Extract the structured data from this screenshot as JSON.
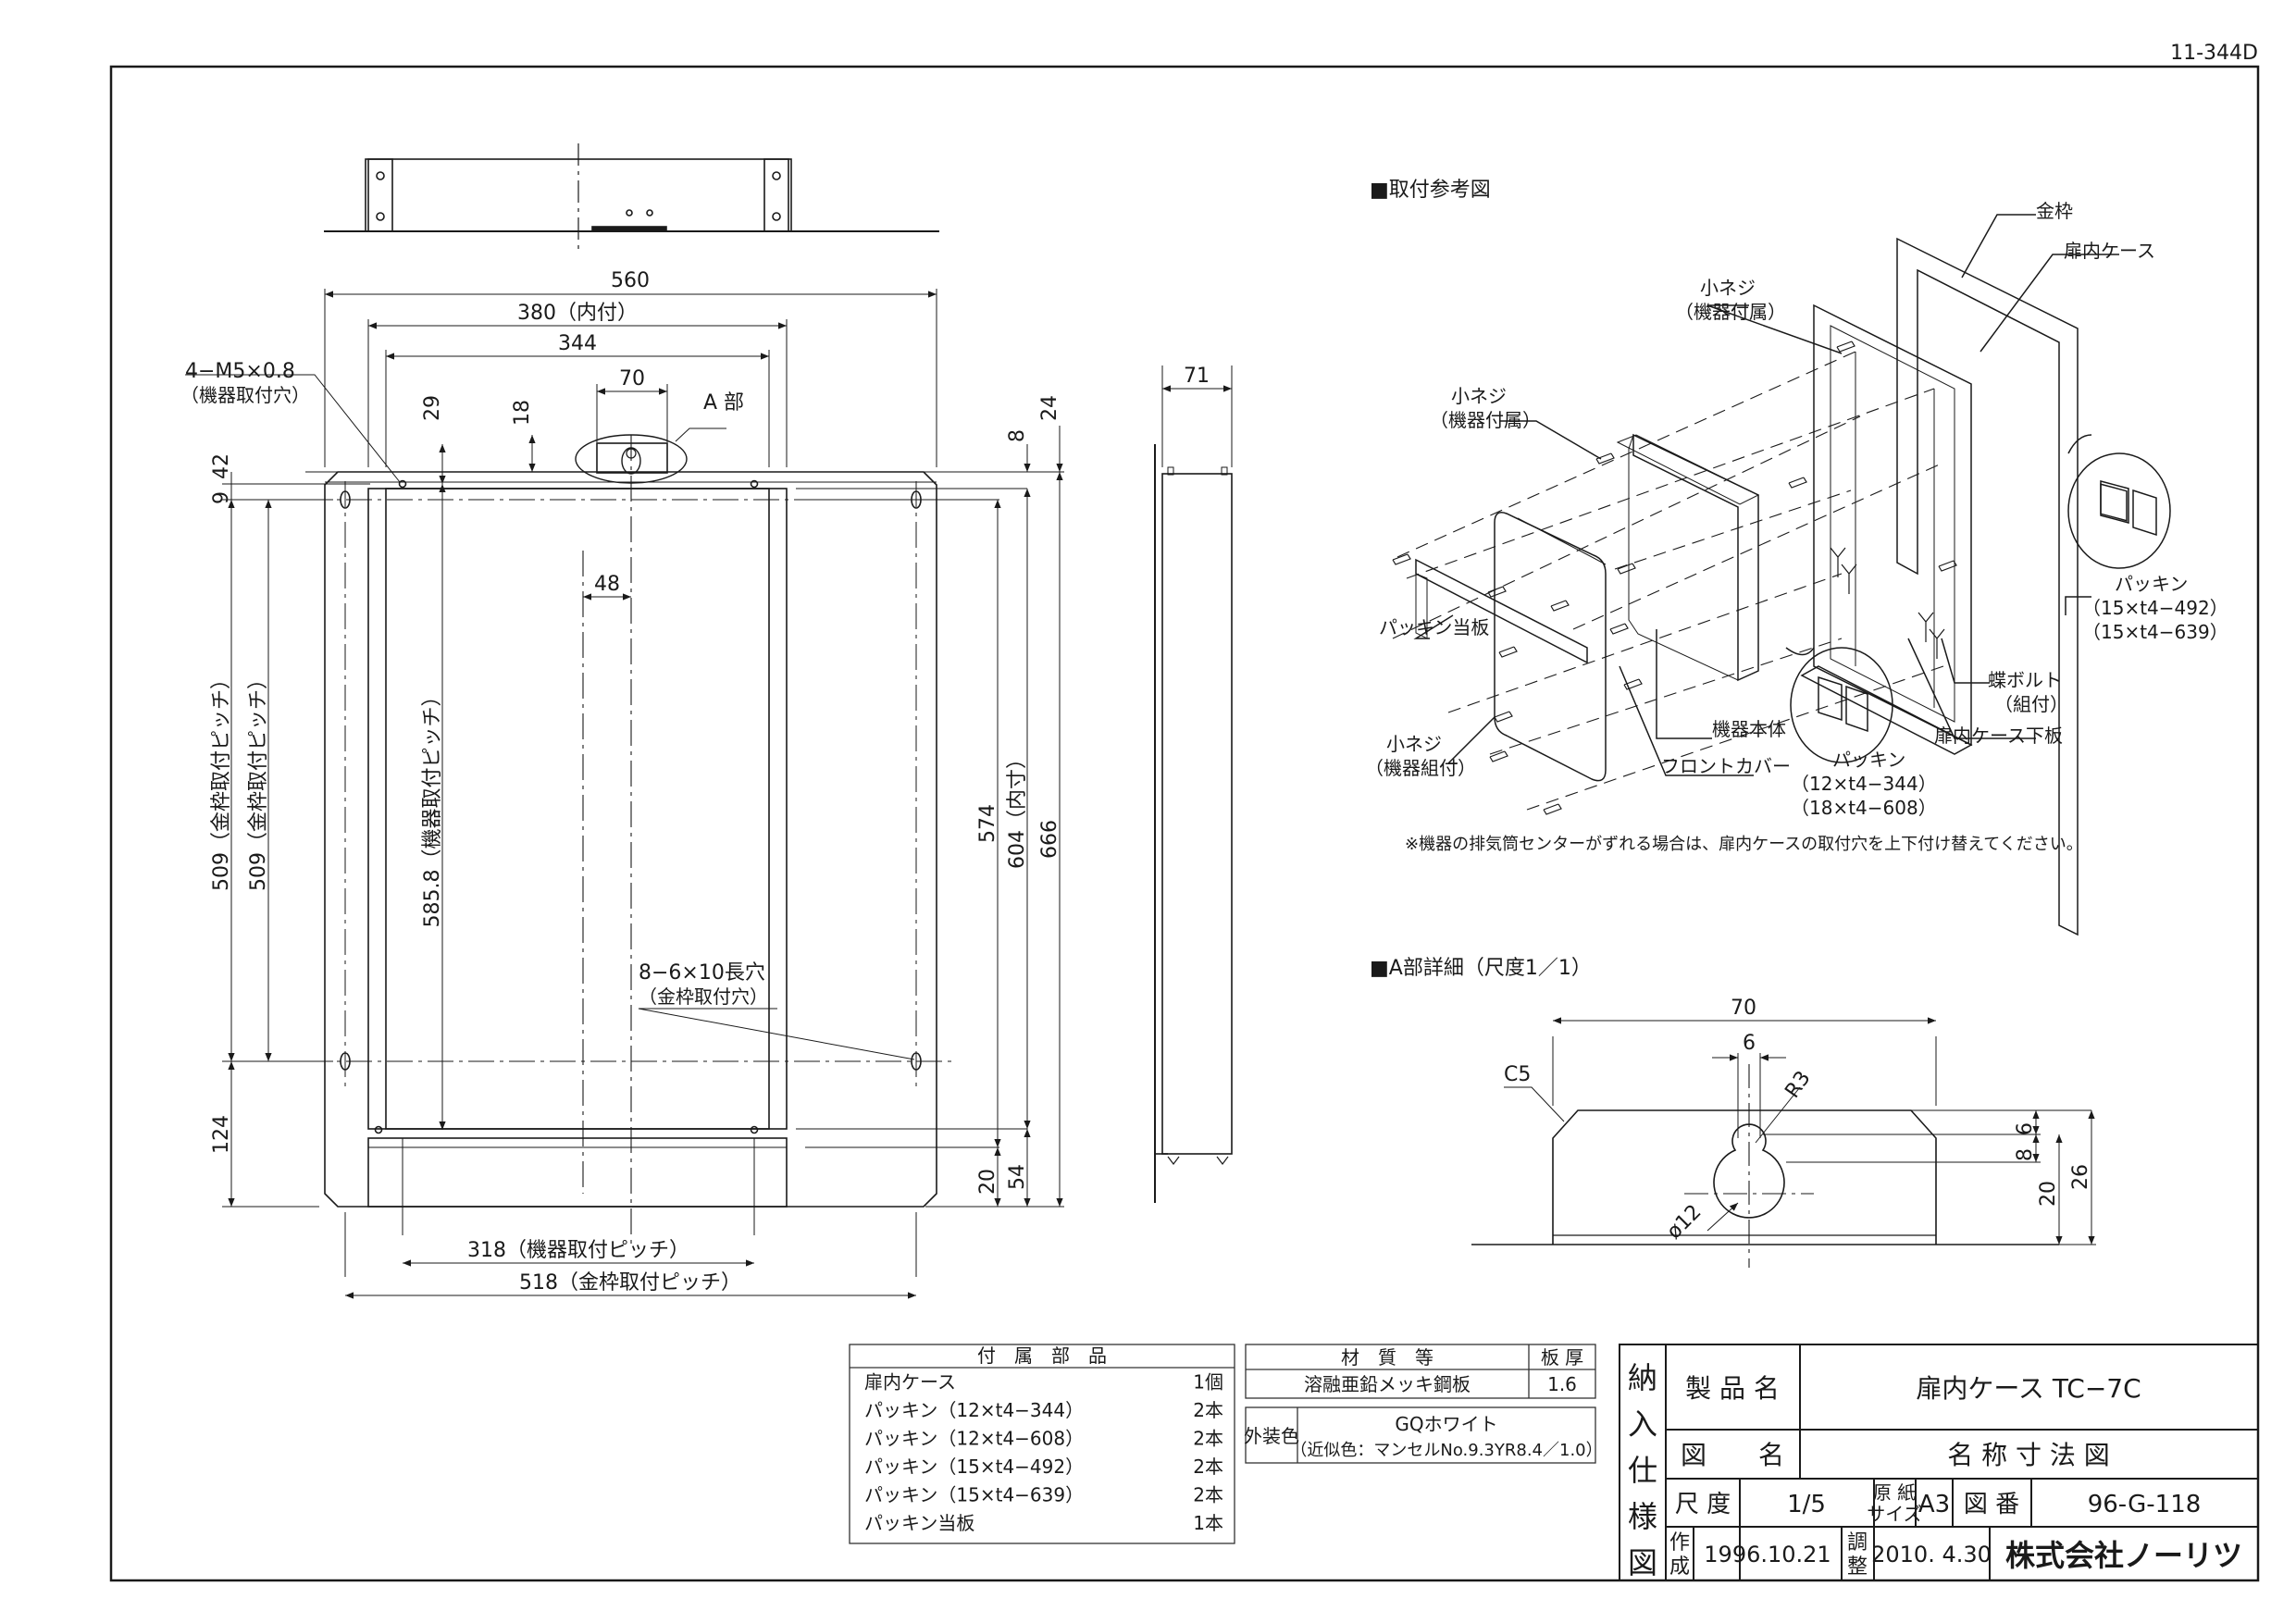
{
  "doc_code": "11-344D",
  "front_view": {
    "dims": {
      "w560": "560",
      "w380": "380（内付）",
      "w344": "344",
      "w70": "70",
      "w48": "48",
      "w318": "318（機器取付ピッチ）",
      "w518": "518（金枠取付ピッチ）",
      "v29": "29",
      "v18": "18",
      "v8": "8",
      "v24": "24",
      "v9": "9",
      "v42": "42",
      "v509a": "509（金枠取付ピッチ）",
      "v509b": "509（金枠取付ピッチ）",
      "v585": "585.8（機器取付ピッチ）",
      "v574": "574",
      "v604": "604（内寸）",
      "v666": "666",
      "v124": "124",
      "v20": "20",
      "v54": "54"
    },
    "notes": {
      "m5_line1": "4−M5×0.8",
      "m5_line2": "（機器取付穴）",
      "a_part": "A 部",
      "slot_line1": "8−6×10長穴",
      "slot_line2": "（金枠取付穴）"
    }
  },
  "side_view": {
    "w71": "71"
  },
  "install_ref": {
    "title": "■取付参考図",
    "labels": {
      "kinwaku": "金枠",
      "tobiranai": "扉内ケース",
      "koneji_a1": "小ネジ",
      "koneji_a2": "（機器付属）",
      "koneji_b1": "小ネジ",
      "koneji_b2": "（機器付属）",
      "koneji_c1": "小ネジ",
      "koneji_c2": "（機器組付）",
      "packing_ita": "パッキン当板",
      "kiki_hontai": "機器本体",
      "front_cover": "フロントカバー",
      "packing_a1": "パッキン",
      "packing_a2": "（12×t4−344）",
      "packing_a3": "（18×t4−608）",
      "packing_b1": "パッキン",
      "packing_b2": "（15×t4−492）",
      "packing_b3": "（15×t4−639）",
      "chou_bolt1": "蝶ボルト",
      "chou_bolt2": "（組付）",
      "shitaita": "扉内ケース下板"
    },
    "note": "※機器の排気筒センターがずれる場合は、扉内ケースの取付穴を上下付け替えてください。"
  },
  "detail_a": {
    "title": "■A部詳細（尺度1／1）",
    "dims": {
      "w70": "70",
      "w6": "6",
      "r3": "R3",
      "c5": "C5",
      "phi12": "ø12",
      "v6": "6",
      "v8": "8",
      "v20": "20",
      "v26": "26"
    }
  },
  "parts_table": {
    "header": "付　属　部　品",
    "rows": [
      {
        "name": "扉内ケース",
        "qty": "1個"
      },
      {
        "name": "パッキン（12×t4−344）",
        "qty": "2本"
      },
      {
        "name": "パッキン（12×t4−608）",
        "qty": "2本"
      },
      {
        "name": "パッキン（15×t4−492）",
        "qty": "2本"
      },
      {
        "name": "パッキン（15×t4−639）",
        "qty": "2本"
      },
      {
        "name": "パッキン当板",
        "qty": "1本"
      }
    ]
  },
  "material_table": {
    "h_material": "材　質　等",
    "h_thickness": "板 厚",
    "material": "溶融亜鉛メッキ鋼板",
    "thickness": "1.6",
    "color_label": "外装色",
    "color_value": "GQホワイト",
    "color_note": "（近似色：マンセルNo.9.3YR8.4／1.0）"
  },
  "title_block": {
    "side": [
      "納",
      "入",
      "仕",
      "様",
      "図"
    ],
    "product_label": "製 品 名",
    "product_value": "扉内ケース TC−7C",
    "drawing_label": "図　　名",
    "drawing_value": "名 称 寸 法 図",
    "scale_label": "尺 度",
    "scale_value": "1/5",
    "paper_label1": "原 紙",
    "paper_label2": "サイズ",
    "paper_value": "A3",
    "number_label": "図 番",
    "number_value": "96-G-118",
    "created_label1": "作",
    "created_label2": "成",
    "created_value": "1996.10.21",
    "adjusted_label1": "調",
    "adjusted_label2": "整",
    "adjusted_value": "2010. 4.30",
    "company": "株式会社ノーリツ"
  }
}
